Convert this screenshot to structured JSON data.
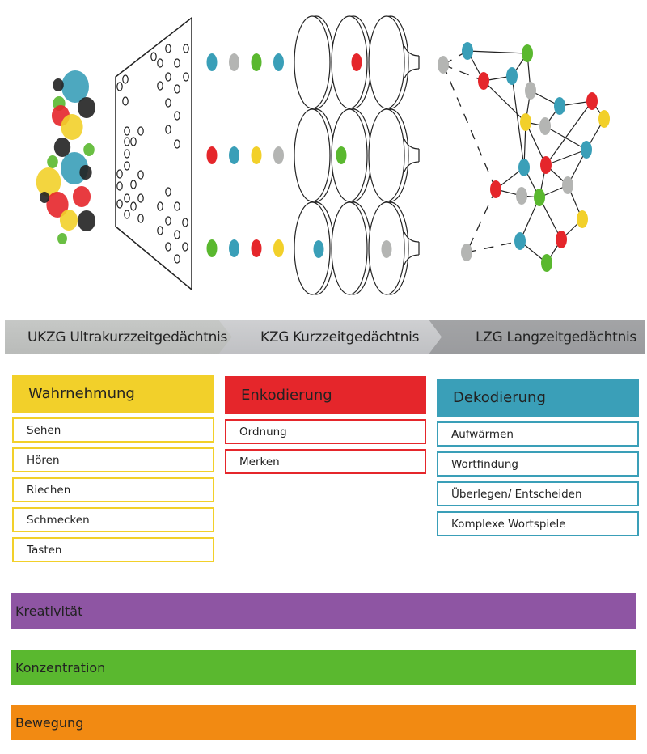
{
  "colors": {
    "blue": "#3a9fb8",
    "gray": "#b4b5b3",
    "green": "#5ab82f",
    "red": "#e5262b",
    "yellow": "#f2d02a",
    "black": "#222222",
    "purple": "#8e55a3",
    "orange": "#f28a12"
  },
  "stages": [
    {
      "label": "UKZG Ultrakurzzeitgedächtnis"
    },
    {
      "label": "KZG Kurzzeitgedächtnis"
    },
    {
      "label": "LZG Langzeitgedächtnis"
    }
  ],
  "columns": [
    {
      "title": "Wahrnehmung",
      "items": [
        "Sehen",
        "Hören",
        "Riechen",
        "Schmecken",
        "Tasten"
      ]
    },
    {
      "title": "Enkodierung",
      "items": [
        "Ordnung",
        "Merken"
      ]
    },
    {
      "title": "Dekodierung",
      "items": [
        "Aufwärmen",
        "Wortfindung",
        "Überlegen/ Entscheiden",
        "Komplexe Wortspiele"
      ]
    }
  ],
  "bars": [
    {
      "label": "Kreativität"
    },
    {
      "label": "Konzentration"
    },
    {
      "label": "Bewegung"
    }
  ],
  "illustration": {
    "dot_rows": [
      [
        "blue",
        "gray",
        "green",
        "blue"
      ],
      [
        "red",
        "blue",
        "yellow",
        "gray"
      ],
      [
        "green",
        "blue",
        "red",
        "yellow"
      ]
    ]
  }
}
